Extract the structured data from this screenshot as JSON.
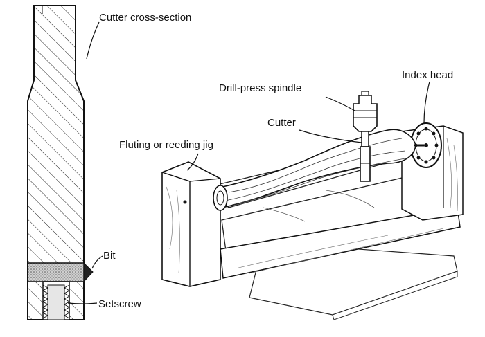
{
  "labels": {
    "cutter_cross_section": "Cutter cross-section",
    "bit": "Bit",
    "setscrew": "Setscrew",
    "drill_press_spindle": "Drill-press spindle",
    "index_head": "Index head",
    "cutter": "Cutter",
    "fluting_jig": "Fluting or reeding jig"
  }
}
